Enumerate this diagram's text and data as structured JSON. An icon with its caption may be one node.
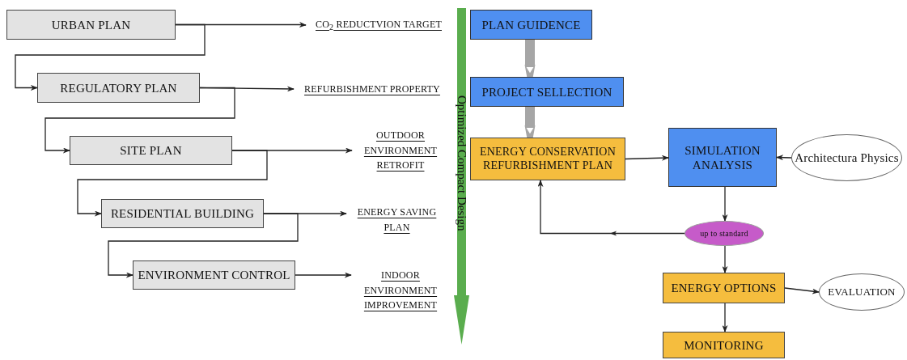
{
  "diagram": {
    "nodes": [
      {
        "text": [
          "URBAN PLAN"
        ]
      },
      {
        "text": [
          "REGULATORY PLAN"
        ]
      },
      {
        "text": [
          "SITE PLAN"
        ]
      },
      {
        "text": [
          "RESIDENTIAL BUILDING"
        ]
      },
      {
        "text": [
          "ENVIRONMENT CONTROL"
        ]
      },
      {
        "text": [
          "CO$_{2}$ REDUCTVION TARGET"
        ]
      },
      {
        "text": [
          "REFURBISHMENT PROPERTY"
        ]
      },
      {
        "text": [
          "OUTDOOR ENVIRONMENT RETROFIT"
        ]
      },
      {
        "text": [
          "ENERGY SAVING PLAN"
        ]
      },
      {
        "text": [
          "INDOOR ENVIRONMENT IMPROVEMENT"
        ]
      },
      {
        "text": [
          "PLAN GUIDENCE"
        ]
      },
      {
        "text": [
          "PROJECT SELLECTION"
        ]
      },
      {
        "text": [
          "ENERGY CONSERVATION REFURBISHMENT PLAN"
        ]
      },
      {
        "text": [
          "SIMULATION ANALYSIS"
        ]
      },
      {
        "text": [
          "Architectura Physics"
        ]
      },
      {
        "text": [
          "up to standard"
        ]
      },
      {
        "text": [
          "ENERGY OPTIONS"
        ]
      },
      {
        "text": [
          "EVALUATION"
        ]
      },
      {
        "text": [
          "MONITORING"
        ]
      }
    ],
    "edges": [
      {
        "from": 0,
        "to": 5,
        "arrow": "to"
      },
      {
        "from": 0,
        "to": 1,
        "arrow": "to"
      },
      {
        "from": 1,
        "to": 6,
        "arrow": "to"
      },
      {
        "from": 1,
        "to": 2,
        "arrow": "to"
      },
      {
        "from": 2,
        "to": 7,
        "arrow": "to"
      },
      {
        "from": 2,
        "to": 3,
        "arrow": "to"
      },
      {
        "from": 3,
        "to": 8,
        "arrow": "to"
      },
      {
        "from": 3,
        "to": 4,
        "arrow": "to"
      },
      {
        "from": 4,
        "to": 9,
        "arrow": "to"
      },
      {
        "from": 10,
        "to": 11,
        "arrow": "to",
        "style": "thick",
        "color": "#a6a6a6"
      },
      {
        "from": 11,
        "to": 12,
        "arrow": "to",
        "style": "thick",
        "color": "#a6a6a6"
      },
      {
        "from": 12,
        "to": 13,
        "arrow": "to"
      },
      {
        "from": 14,
        "to": 13,
        "arrow": "to"
      },
      {
        "from": 13,
        "to": 15,
        "arrow": "to"
      },
      {
        "from": 15,
        "to": 12,
        "arrow": "to"
      },
      {
        "from": 15,
        "to": 16,
        "arrow": "to"
      },
      {
        "from": 16,
        "to": 17,
        "arrow": "to"
      },
      {
        "from": 16,
        "to": 18,
        "arrow": "to"
      }
    ],
    "labels": [
      "Optimized Compact Design"
    ]
  }
}
